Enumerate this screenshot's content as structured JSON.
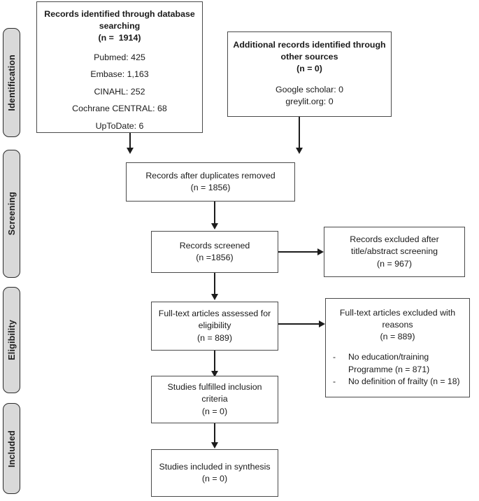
{
  "diagram": {
    "type": "prisma-flow-diagram",
    "stages": [
      {
        "id": "identification",
        "label": "Identification"
      },
      {
        "id": "screening",
        "label": "Screening"
      },
      {
        "id": "eligibility",
        "label": "Eligibility"
      },
      {
        "id": "included",
        "label": "Included"
      }
    ],
    "boxes": {
      "database_search": {
        "title_line1": "Records identified through database",
        "title_line2": "searching",
        "count": "(n =  1914)",
        "sources": [
          "Pubmed: 425",
          "Embase: 1,163",
          "CINAHL: 252",
          "Cochrane CENTRAL: 68",
          "UpToDate: 6"
        ]
      },
      "other_sources": {
        "title_line1": "Additional records identified through",
        "title_line2": "other sources",
        "count": "(n = 0)",
        "sources": [
          "Google scholar: 0",
          "greylit.org: 0"
        ]
      },
      "duplicates_removed": {
        "title": "Records after duplicates removed",
        "count": "(n = 1856)"
      },
      "records_screened": {
        "title": "Records screened",
        "count": "(n =1856)"
      },
      "records_excluded": {
        "title_line1": "Records excluded after",
        "title_line2": "title/abstract screening",
        "count": "(n = 967)"
      },
      "fulltext_assessed": {
        "title_line1": "Full-text articles assessed for",
        "title_line2": "eligibility",
        "count": "(n = 889)"
      },
      "fulltext_excluded": {
        "title_line1": "Full-text articles excluded with",
        "title_line2": "reasons",
        "count": "(n = 889)",
        "reasons": [
          {
            "dash": "-",
            "text": "No education/training Programme (n = 871)"
          },
          {
            "dash": "-",
            "text": "No definition of frailty (n = 18)"
          }
        ]
      },
      "studies_fulfilled": {
        "title_line1": "Studies fulfilled inclusion",
        "title_line2": "criteria",
        "count": "(n = 0)"
      },
      "studies_included": {
        "title": "Studies included in synthesis",
        "count": "(n = 0)"
      }
    },
    "colors": {
      "box_border": "#4a4a4a",
      "stage_fill": "#d9d9d9",
      "stage_border": "#2b2b2b",
      "connector": "#1c1c1c",
      "background": "#ffffff"
    }
  }
}
